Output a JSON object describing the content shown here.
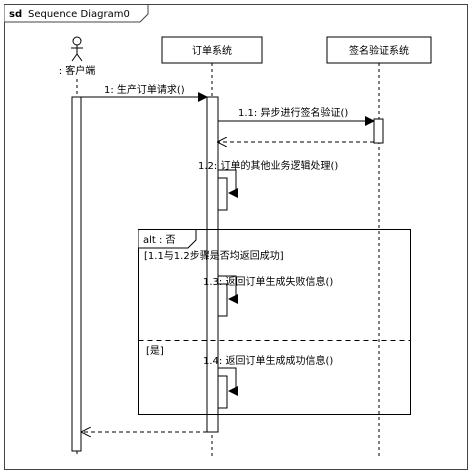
{
  "frame": {
    "keyword": "sd",
    "name": "Sequence Diagram0"
  },
  "lifelines": [
    {
      "id": "client",
      "label": ": 客户端",
      "kind": "actor"
    },
    {
      "id": "order",
      "label": "订单系统",
      "kind": "object"
    },
    {
      "id": "sign",
      "label": "签名验证系统",
      "kind": "object"
    }
  ],
  "messages": [
    {
      "id": "m1",
      "label": "1: 生产订单请求()",
      "from": "client",
      "to": "order",
      "kind": "sync"
    },
    {
      "id": "m11",
      "label": "1.1: 异步进行签名验证()",
      "from": "order",
      "to": "sign",
      "kind": "async"
    },
    {
      "id": "m11r",
      "label": "",
      "from": "sign",
      "to": "order",
      "kind": "return"
    },
    {
      "id": "m12",
      "label": "1.2: 订单的其他业务逻辑处理()",
      "from": "order",
      "to": "order",
      "kind": "self"
    },
    {
      "id": "m13",
      "label": "1.3: 返回订单生成失败信息()",
      "from": "order",
      "to": "order",
      "kind": "self"
    },
    {
      "id": "m14",
      "label": "1.4: 返回订单生成成功信息()",
      "from": "order",
      "to": "order",
      "kind": "self"
    },
    {
      "id": "m1r",
      "label": "",
      "from": "order",
      "to": "client",
      "kind": "return"
    }
  ],
  "fragment": {
    "operator": "alt",
    "title_suffix": " : 否",
    "operands": [
      {
        "guard": "[1.1与1.2步骤是否均返回成功]"
      },
      {
        "guard": "[是]"
      }
    ]
  }
}
